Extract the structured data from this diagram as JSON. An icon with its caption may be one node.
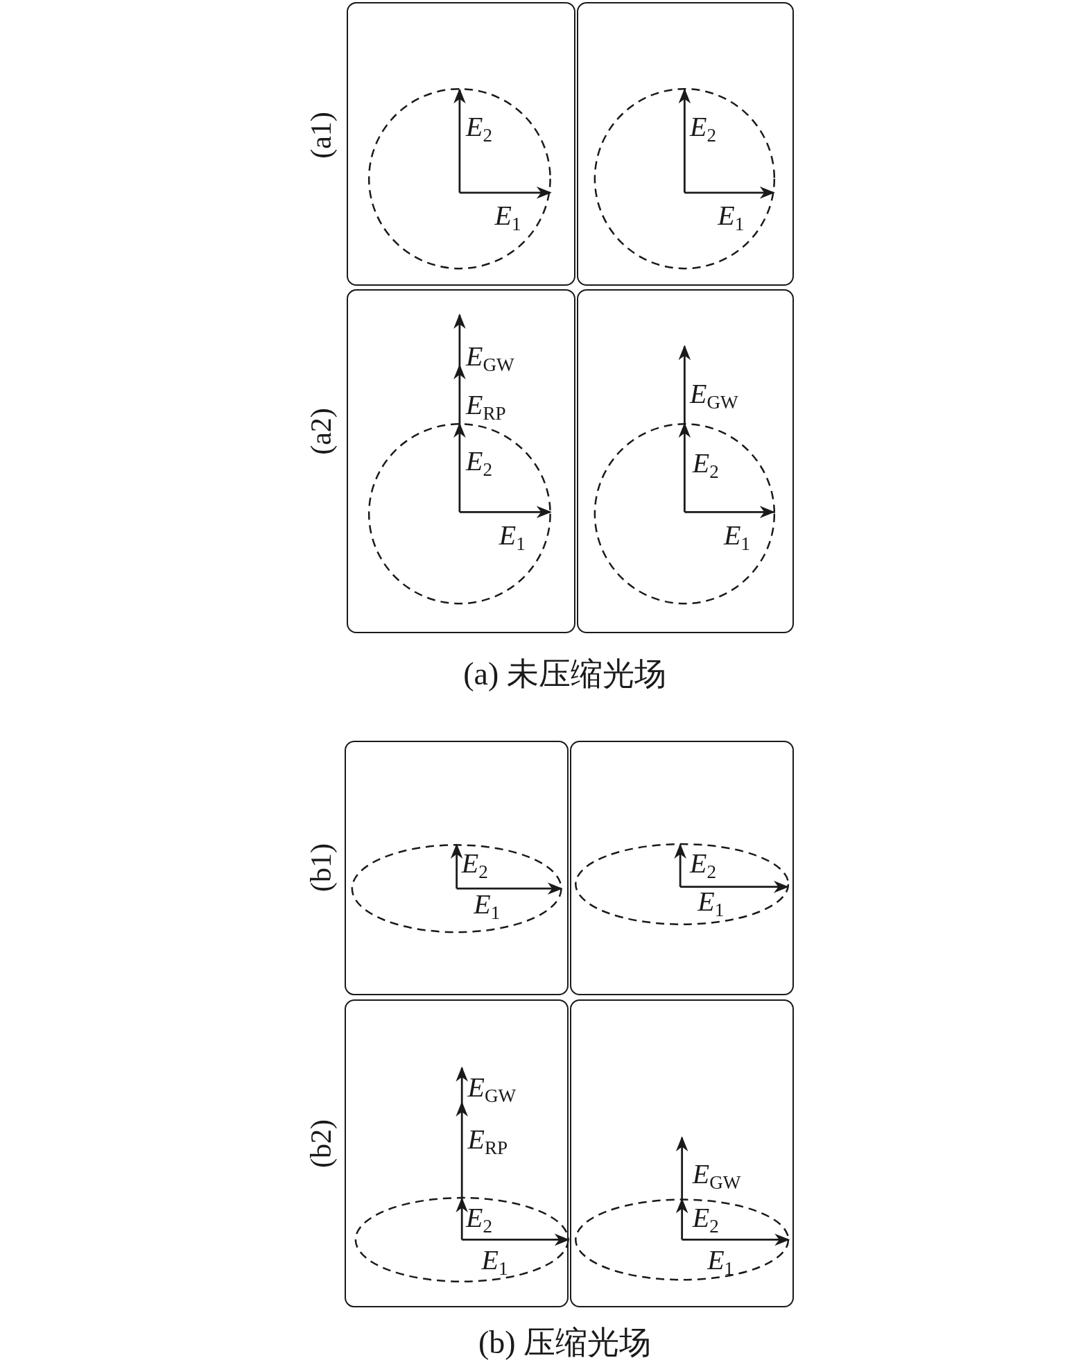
{
  "diagram": {
    "nodes": [
      {
        "text": [
          "*E*$_{2}$",
          "*E*$_{1}$"
        ]
      },
      {
        "text": [
          "*E*$_{2}$",
          "*E*$_{1}$"
        ]
      },
      {
        "text": [
          "*E*$_{GW}$",
          "*E*$_{RP}$",
          "*E*$_{2}$",
          "*E*$_{1}$"
        ]
      },
      {
        "text": [
          "*E*$_{GW}$",
          "*E*$_{2}$",
          "*E*$_{1}$"
        ]
      },
      {
        "text": [
          "*E*$_{2}$",
          "*E*$_{1}$"
        ]
      },
      {
        "text": [
          "*E*$_{2}$",
          "*E*$_{1}$"
        ]
      },
      {
        "text": [
          "*E*$_{GW}$",
          "*E*$_{RP}$",
          "*E*$_{2}$",
          "*E*$_{1}$"
        ]
      },
      {
        "text": [
          "*E*$_{GW}$",
          "*E*$_{2}$",
          "*E*$_{1}$"
        ]
      }
    ],
    "labels": [
      "(a1)",
      "(a2)",
      "(a) 未压缩光场",
      "(b1)",
      "(b2)",
      "(b) 压缩光场"
    ]
  }
}
